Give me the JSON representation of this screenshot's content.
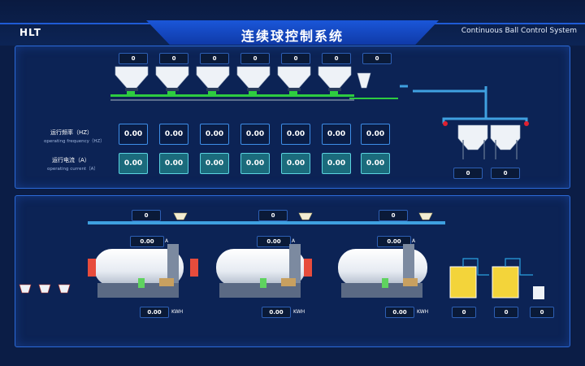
{
  "header": {
    "logo": "HLT",
    "title": "连续球控制系统",
    "subtitle": "Continuous Ball Control System"
  },
  "colors": {
    "accent": "#1f5bd6",
    "panel": "#0c2355",
    "current_box": "#1b6b7c"
  },
  "top": {
    "hopper_counts": [
      "0",
      "0",
      "0",
      "0",
      "0",
      "0",
      "0"
    ],
    "frequency_label_cn": "运行频率（HZ）",
    "frequency_label_en": "operating frequency（HZ）",
    "current_label_cn": "运行电流（A）",
    "current_label_en": "operating current（A）",
    "frequencies": [
      "0.00",
      "0.00",
      "0.00",
      "0.00",
      "0.00",
      "0.00",
      "0.00"
    ],
    "currents": [
      "0.00",
      "0.00",
      "0.00",
      "0.00",
      "0.00",
      "0.00",
      "0.00"
    ],
    "silo_counts": [
      "0",
      "0"
    ]
  },
  "bottom": {
    "feeder_counts": [
      "0",
      "0",
      "0"
    ],
    "mill_currents": [
      "0.00",
      "0.00",
      "0.00"
    ],
    "amp_unit": "A",
    "kwh": [
      "0.00",
      "0.00",
      "0.00"
    ],
    "kwh_unit": "KWH",
    "tank_counts": [
      "0",
      "0",
      "0"
    ]
  }
}
